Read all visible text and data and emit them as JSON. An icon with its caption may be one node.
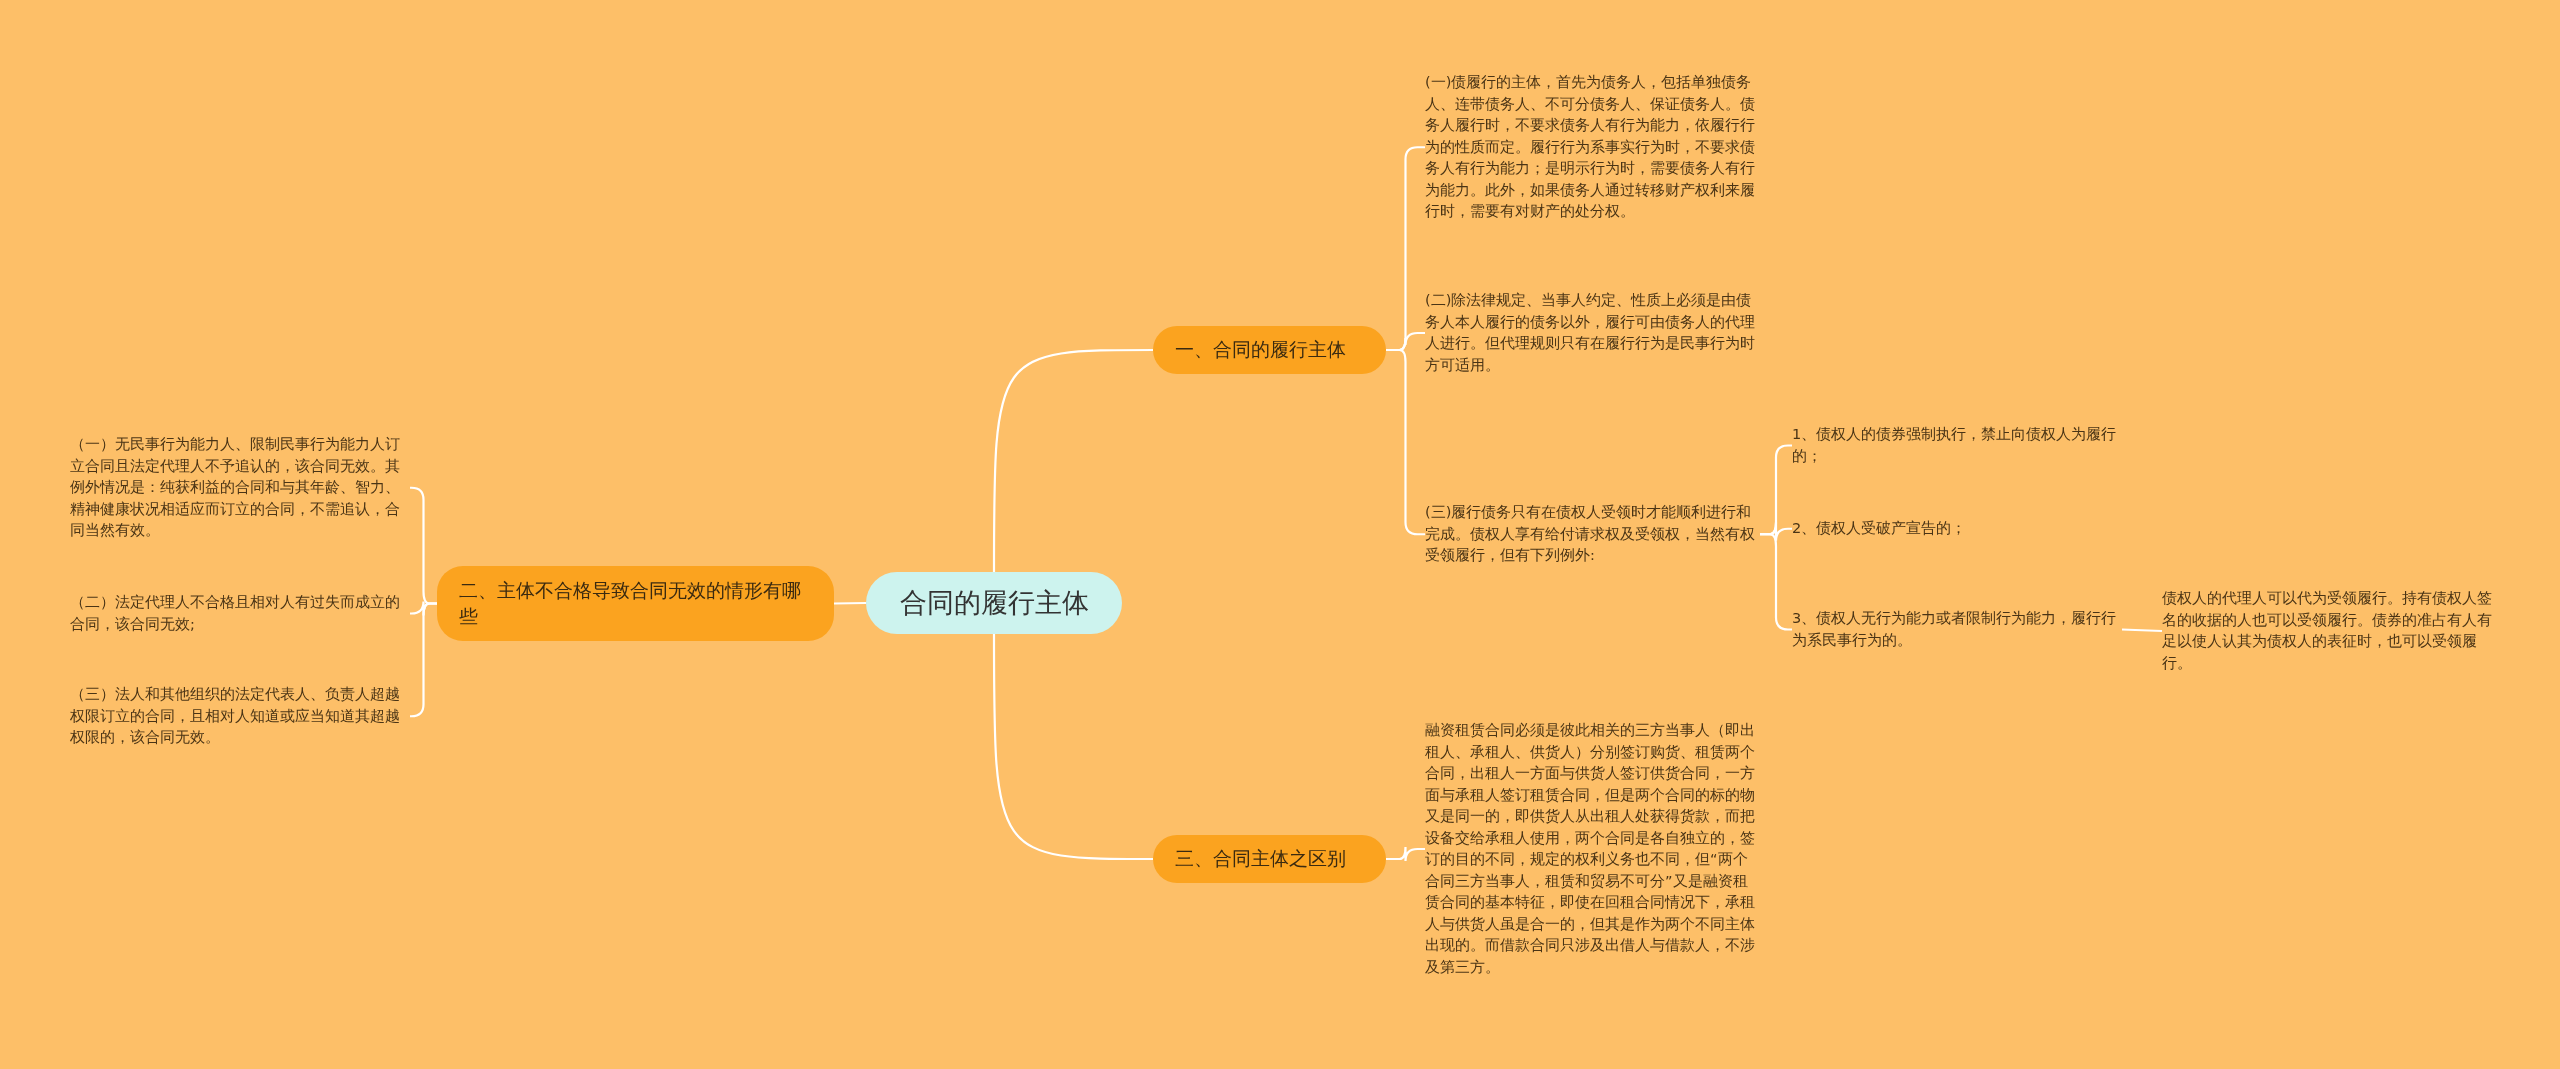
{
  "diagram": {
    "nodes": [
      {
        "text": [
          "合同的履行主体"
        ]
      },
      {
        "text": [
          "一、合同的履行主体"
        ]
      },
      {
        "text": [
          "(一)债履行的主体，首先为债务人，包括单独债务人、连带债务人、不可分债务人、保证债务人。债务人履行时，不要求债务人有行为能力，依履行行为的性质而定。履行行为系事实行为时，不要求债务人有行为能力；是明示行为时，需要债务人有行为能力。此外，如果债务人通过转移财产权利来履行时，需要有对财产的处分权。"
        ]
      },
      {
        "text": [
          "(二)除法律规定、当事人约定、性质上必须是由债务人本人履行的债务以外，履行可由债务人的代理人进行。但代理规则只有在履行行为是民事行为时方可适用。"
        ]
      },
      {
        "text": [
          "(三)履行债务只有在债权人受领时才能顺利进行和完成。债权人享有给付请求权及受领权，当然有权受领履行，但有下列例外:"
        ]
      },
      {
        "text": [
          "1、债权人的债券强制执行，禁止向债权人为履行的；"
        ]
      },
      {
        "text": [
          "2、债权人受破产宣告的；"
        ]
      },
      {
        "text": [
          "3、债权人无行为能力或者限制行为能力，履行行为系民事行为的。"
        ]
      },
      {
        "text": [
          "债权人的代理人可以代为受领履行。持有债权人签名的收据的人也可以受领履行。债券的准占有人有足以使人认其为债权人的表征时，也可以受领履行。"
        ]
      },
      {
        "text": [
          "二、主体不合格导致合同无效的情形有哪些"
        ]
      },
      {
        "text": [
          "（一）无民事行为能力人、限制民事行为能力人订立合同且法定代理人不予追认的，该合同无效。其例外情况是：纯获利益的合同和与其年龄、智力、精神健康状况相适应而订立的合同，不需追认，合同当然有效。"
        ]
      },
      {
        "text": [
          "（二）法定代理人不合格且相对人有过失而成立的合同，该合同无效;"
        ]
      },
      {
        "text": [
          "（三）法人和其他组织的法定代表人、负责人超越权限订立的合同，且相对人知道或应当知道其超越权限的，该合同无效。"
        ]
      },
      {
        "text": [
          "三、合同主体之区别"
        ]
      },
      {
        "text": [
          "融资租赁合同必须是彼此相关的三方当事人（即出租人、承租人、供货人）分别签订购货、租赁两个合同，出租人一方面与供货人签订供货合同，一方面与承租人签订租赁合同，但是两个合同的标的物又是同一的，即供货人从出租人处获得货款，而把设备交给承租人使用，两个合同是各自独立的，签订的目的不同，规定的权利义务也不同，但“两个合同三方当事人，租赁和贸易不可分”又是融资租赁合同的基本特征，即使在回租合同情况下，承租人与供货人虽是合一的，但其是作为两个不同主体出现的。而借款合同只涉及出借人与借款人，不涉及第三方。"
        ]
      }
    ],
    "edges": [
      {
        "from": 0,
        "to": 1,
        "arrow": "none"
      },
      {
        "from": 0,
        "to": 9,
        "arrow": "none"
      },
      {
        "from": 0,
        "to": 13,
        "arrow": "none"
      },
      {
        "from": 1,
        "to": 2,
        "arrow": "none"
      },
      {
        "from": 1,
        "to": 3,
        "arrow": "none"
      },
      {
        "from": 1,
        "to": 4,
        "arrow": "none"
      },
      {
        "from": 4,
        "to": 5,
        "arrow": "none"
      },
      {
        "from": 4,
        "to": 6,
        "arrow": "none"
      },
      {
        "from": 4,
        "to": 7,
        "arrow": "none"
      },
      {
        "from": 7,
        "to": 8,
        "arrow": "none"
      },
      {
        "from": 9,
        "to": 10,
        "arrow": "none"
      },
      {
        "from": 9,
        "to": 11,
        "arrow": "none"
      },
      {
        "from": 9,
        "to": 12,
        "arrow": "none"
      },
      {
        "from": 13,
        "to": 14,
        "arrow": "none"
      }
    ]
  }
}
